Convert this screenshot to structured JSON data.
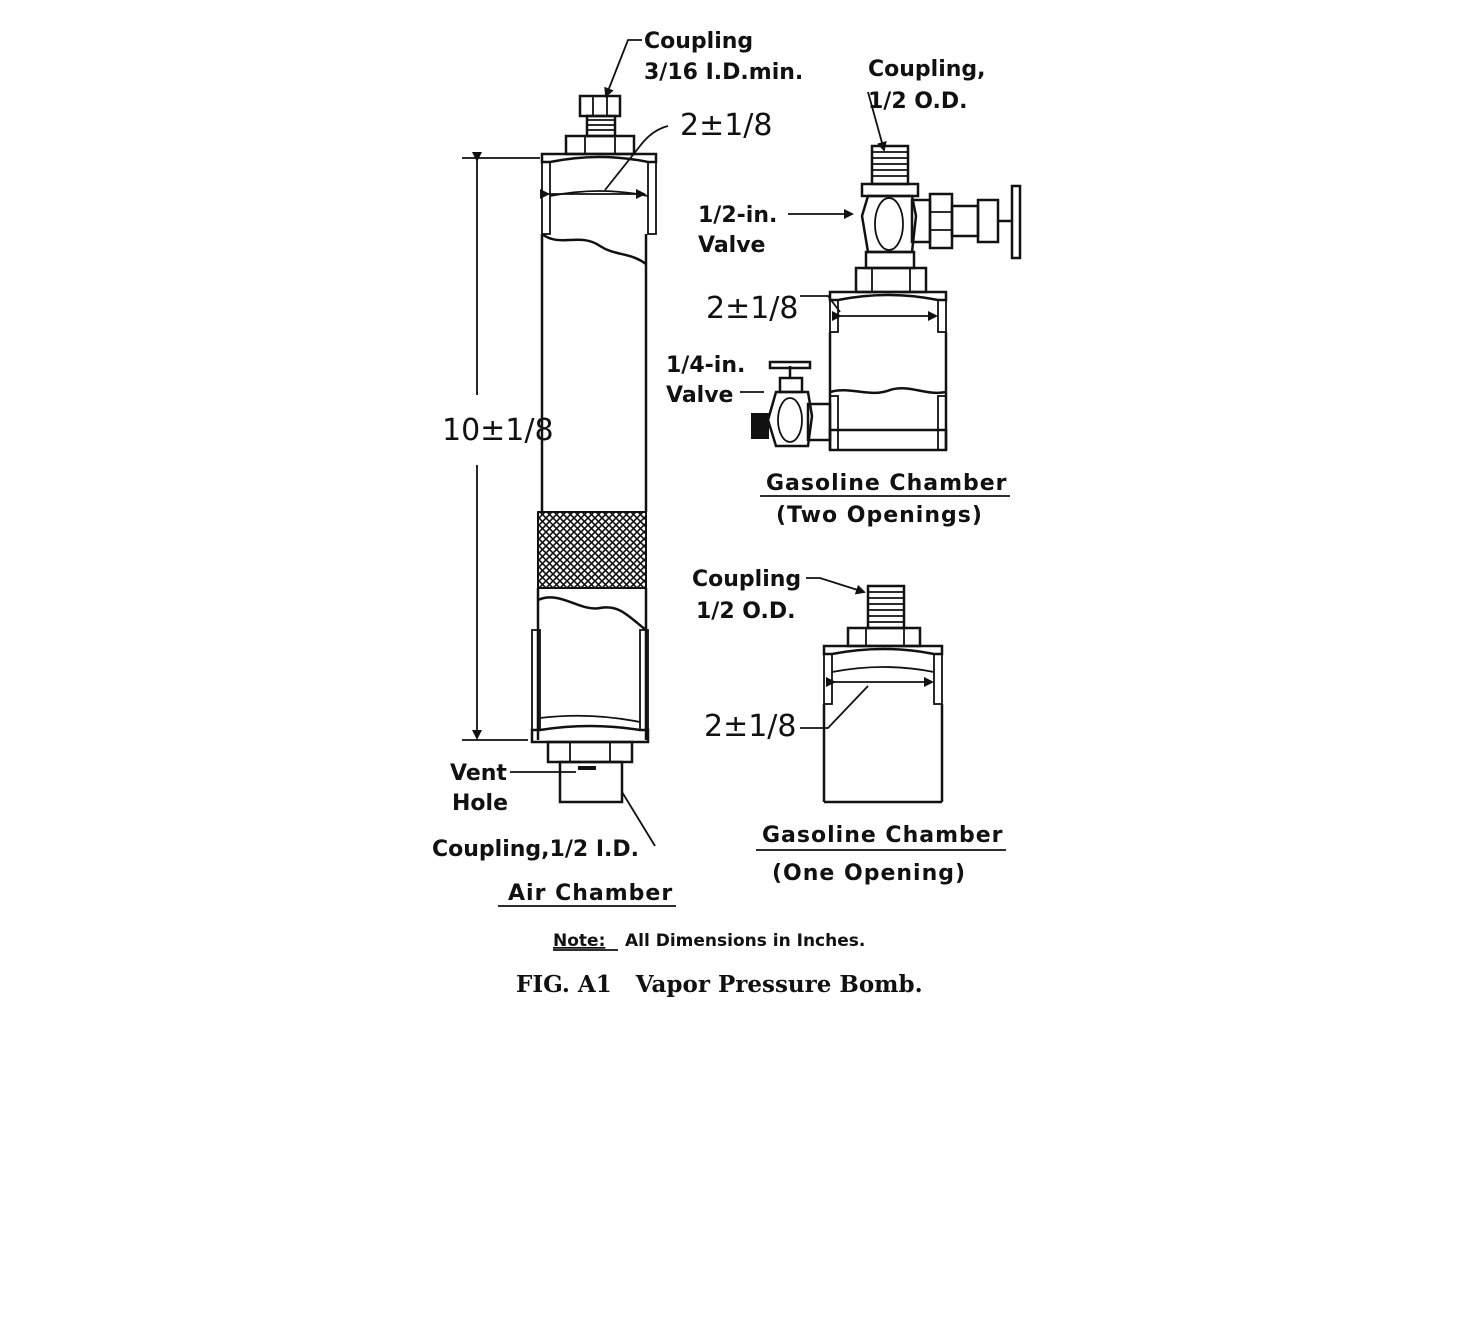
{
  "air_chamber": {
    "top_coupling_line1": "Coupling",
    "top_coupling_line2": "3/16 I.D.min.",
    "diameter": "2±1/8",
    "length": "10±1/8",
    "vent_line1": "Vent",
    "vent_line2": "Hole",
    "bottom_coupling": "Coupling,1/2 I.D.",
    "caption": "Air Chamber"
  },
  "gasoline_two": {
    "coupling_line1": "Coupling,",
    "coupling_line2": "1/2 O.D.",
    "valve_half_line1": "1/2-in.",
    "valve_half_line2": "Valve",
    "diameter": "2±1/8",
    "valve_quarter_line1": "1/4-in.",
    "valve_quarter_line2": "Valve",
    "caption_line1": "Gasoline Chamber",
    "caption_line2": "(Two Openings)"
  },
  "gasoline_one": {
    "coupling_line1": "Coupling",
    "coupling_line2": "1/2 O.D.",
    "diameter": "2±1/8",
    "caption_line1": "Gasoline Chamber",
    "caption_line2": "(One Opening)"
  },
  "note_label": "Note:",
  "note_text": "All Dimensions in Inches.",
  "figure_caption": "FIG. A1   Vapor Pressure Bomb."
}
